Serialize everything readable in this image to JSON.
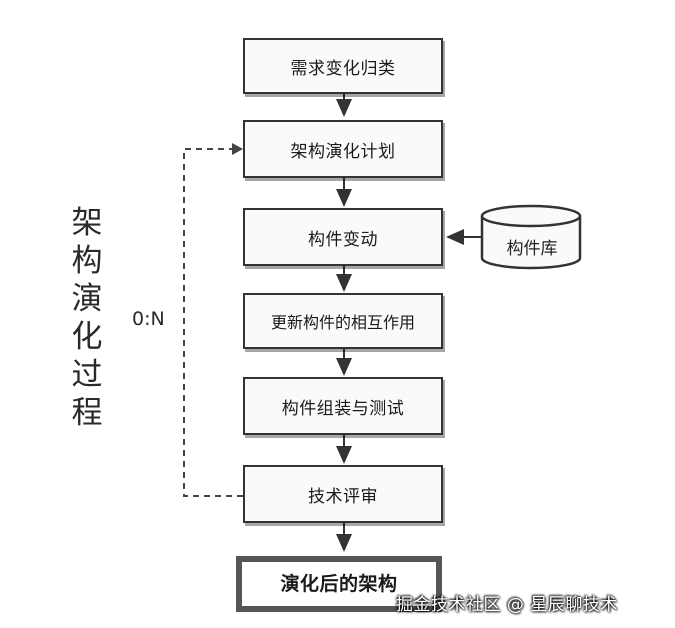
{
  "side_title": [
    "架",
    "构",
    "演",
    "化",
    "过",
    "程"
  ],
  "loop_label": "0:N",
  "steps": [
    "需求变化归类",
    "架构演化计划",
    "构件变动",
    "更新构件的相互作用",
    "构件组装与测试",
    "技术评审"
  ],
  "final_box": "演化后的架构",
  "library": "构件库",
  "watermark": "掘金技术社区 @ 星辰聊技术"
}
